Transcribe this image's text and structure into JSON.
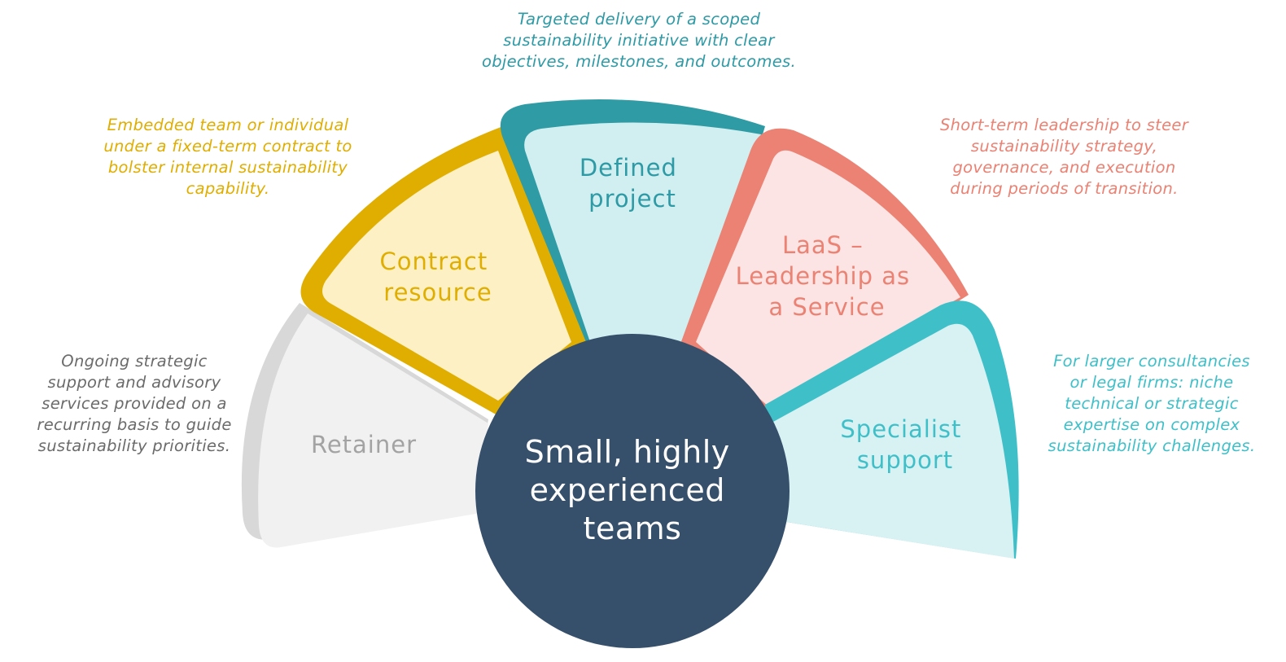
{
  "diagram": {
    "center": {
      "lines": [
        "Small, highly",
        "experienced",
        "teams"
      ],
      "color": "#364f6b"
    },
    "segments": [
      {
        "id": "retainer",
        "label_lines": [
          "Retainer"
        ],
        "description_lines": [
          "Ongoing strategic",
          "support and advisory",
          "services provided on a",
          "recurring basis to guide",
          "sustainability priorities."
        ],
        "text_color": "#a3a3a3",
        "desc_color": "#6b6b6b",
        "fill": "#f1f1f1",
        "border": "#d8d8d8"
      },
      {
        "id": "contract-resource",
        "label_lines": [
          "Contract",
          "resource"
        ],
        "description_lines": [
          "Embedded team or individual",
          "under a fixed-term contract to",
          "bolster internal sustainability",
          "capability."
        ],
        "text_color": "#e0ae00",
        "desc_color": "#e0ae00",
        "fill": "#fdf0c4",
        "border": "#e0ae00"
      },
      {
        "id": "defined-project",
        "label_lines": [
          "Defined",
          "project"
        ],
        "description_lines": [
          "Targeted delivery of a scoped",
          "sustainability initiative with clear",
          "objectives, milestones, and outcomes."
        ],
        "text_color": "#2e9aa5",
        "desc_color": "#2e9aa5",
        "fill": "#d1eff1",
        "border": "#2e9ba5"
      },
      {
        "id": "laas",
        "label_lines": [
          "LaaS –",
          "Leadership as",
          "a Service"
        ],
        "description_lines": [
          "Short-term leadership to steer",
          "sustainability strategy,",
          "governance, and execution",
          "during periods of transition."
        ],
        "text_color": "#eb8273",
        "desc_color": "#eb8273",
        "fill": "#fbe4e3",
        "border": "#eb8273"
      },
      {
        "id": "specialist-support",
        "label_lines": [
          "Specialist",
          "support"
        ],
        "description_lines": [
          "For larger consultancies",
          "or legal firms: niche",
          "technical or strategic",
          "expertise on complex",
          "sustainability challenges."
        ],
        "text_color": "#3fc0c9",
        "desc_color": "#3fc0c9",
        "fill": "#d8f1f3",
        "border": "#3fc0c9"
      }
    ]
  }
}
